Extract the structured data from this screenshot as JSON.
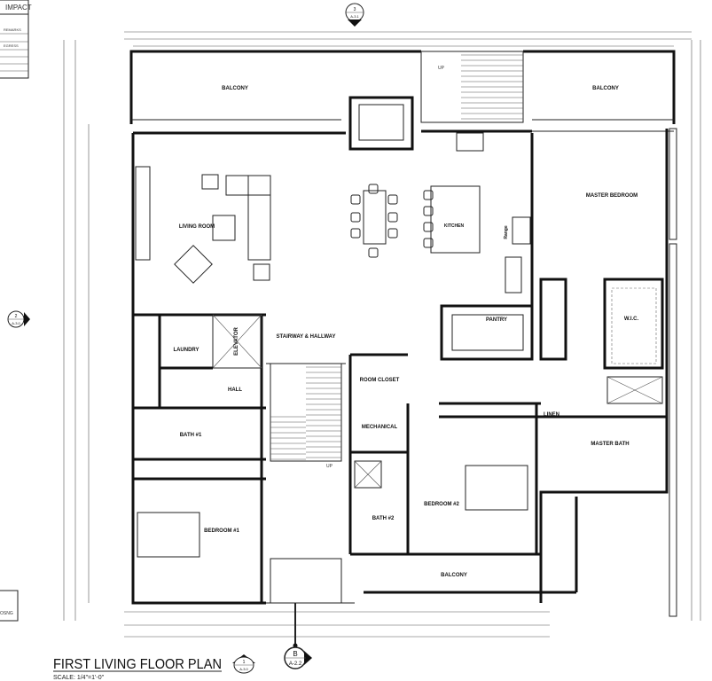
{
  "drawing": {
    "title": "FIRST LIVING FLOOR PLAN",
    "scale": "SCALE: 1/4\"=1'-0\"",
    "title_callout": {
      "number": "1",
      "sheet": "A-3.0"
    },
    "section_callouts": [
      {
        "number": "3",
        "sheet": "A-3.1"
      },
      {
        "number": "2",
        "sheet": "A-3.0"
      },
      {
        "number": "B",
        "sheet": "A-2.2"
      }
    ]
  },
  "schedule_table": {
    "header": "IMPACT",
    "col_remarks": "REMARKS",
    "col_egress": "EGRESS",
    "note": "OSNG"
  },
  "rooms": {
    "balcony_left": "BALCONY",
    "balcony_right": "BALCONY",
    "balcony_bottom": "BALCONY",
    "living_room": "LIVING ROOM",
    "kitchen": "KITCHEN",
    "range": "Range",
    "master_bedroom": "MASTER BEDROOM",
    "pantry": "PANTRY",
    "wic": "W.I.C.",
    "stairway": "STAIRWAY & HALLWAY",
    "laundry": "LAUNDRY",
    "elevator": "ELEVATOR",
    "hall": "HALL",
    "bath1": "BATH #1",
    "bedroom1": "BEDROOM #1",
    "room_closet": "ROOM CLOSET",
    "mechanical": "MECHANICAL",
    "linen": "LINEN",
    "master_bath": "MASTER BATH",
    "bedroom2": "BEDROOM #2",
    "bath2": "BATH #2",
    "stair_up_top": "UP",
    "stair_up_mid": "UP"
  }
}
